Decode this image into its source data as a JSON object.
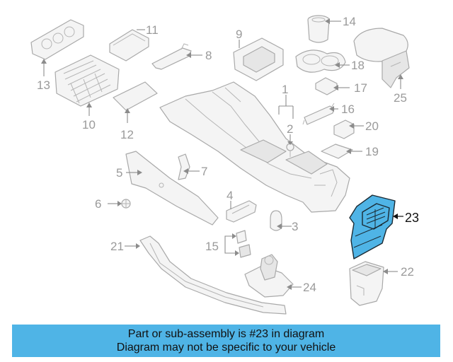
{
  "diagram": {
    "callouts": [
      "1",
      "2",
      "3",
      "4",
      "5",
      "6",
      "7",
      "8",
      "9",
      "10",
      "11",
      "12",
      "13",
      "14",
      "15",
      "16",
      "17",
      "18",
      "19",
      "20",
      "21",
      "22",
      "23",
      "24",
      "25"
    ],
    "highlighted_part": "23"
  },
  "banner": {
    "line1": "Part or sub-assembly is #23 in diagram",
    "line2": "Diagram may not be specific to your vehicle",
    "background_color": "#4fb4e6"
  },
  "colors": {
    "highlight_fill": "#4fb4e6",
    "line_art": "#a9a9a9"
  }
}
